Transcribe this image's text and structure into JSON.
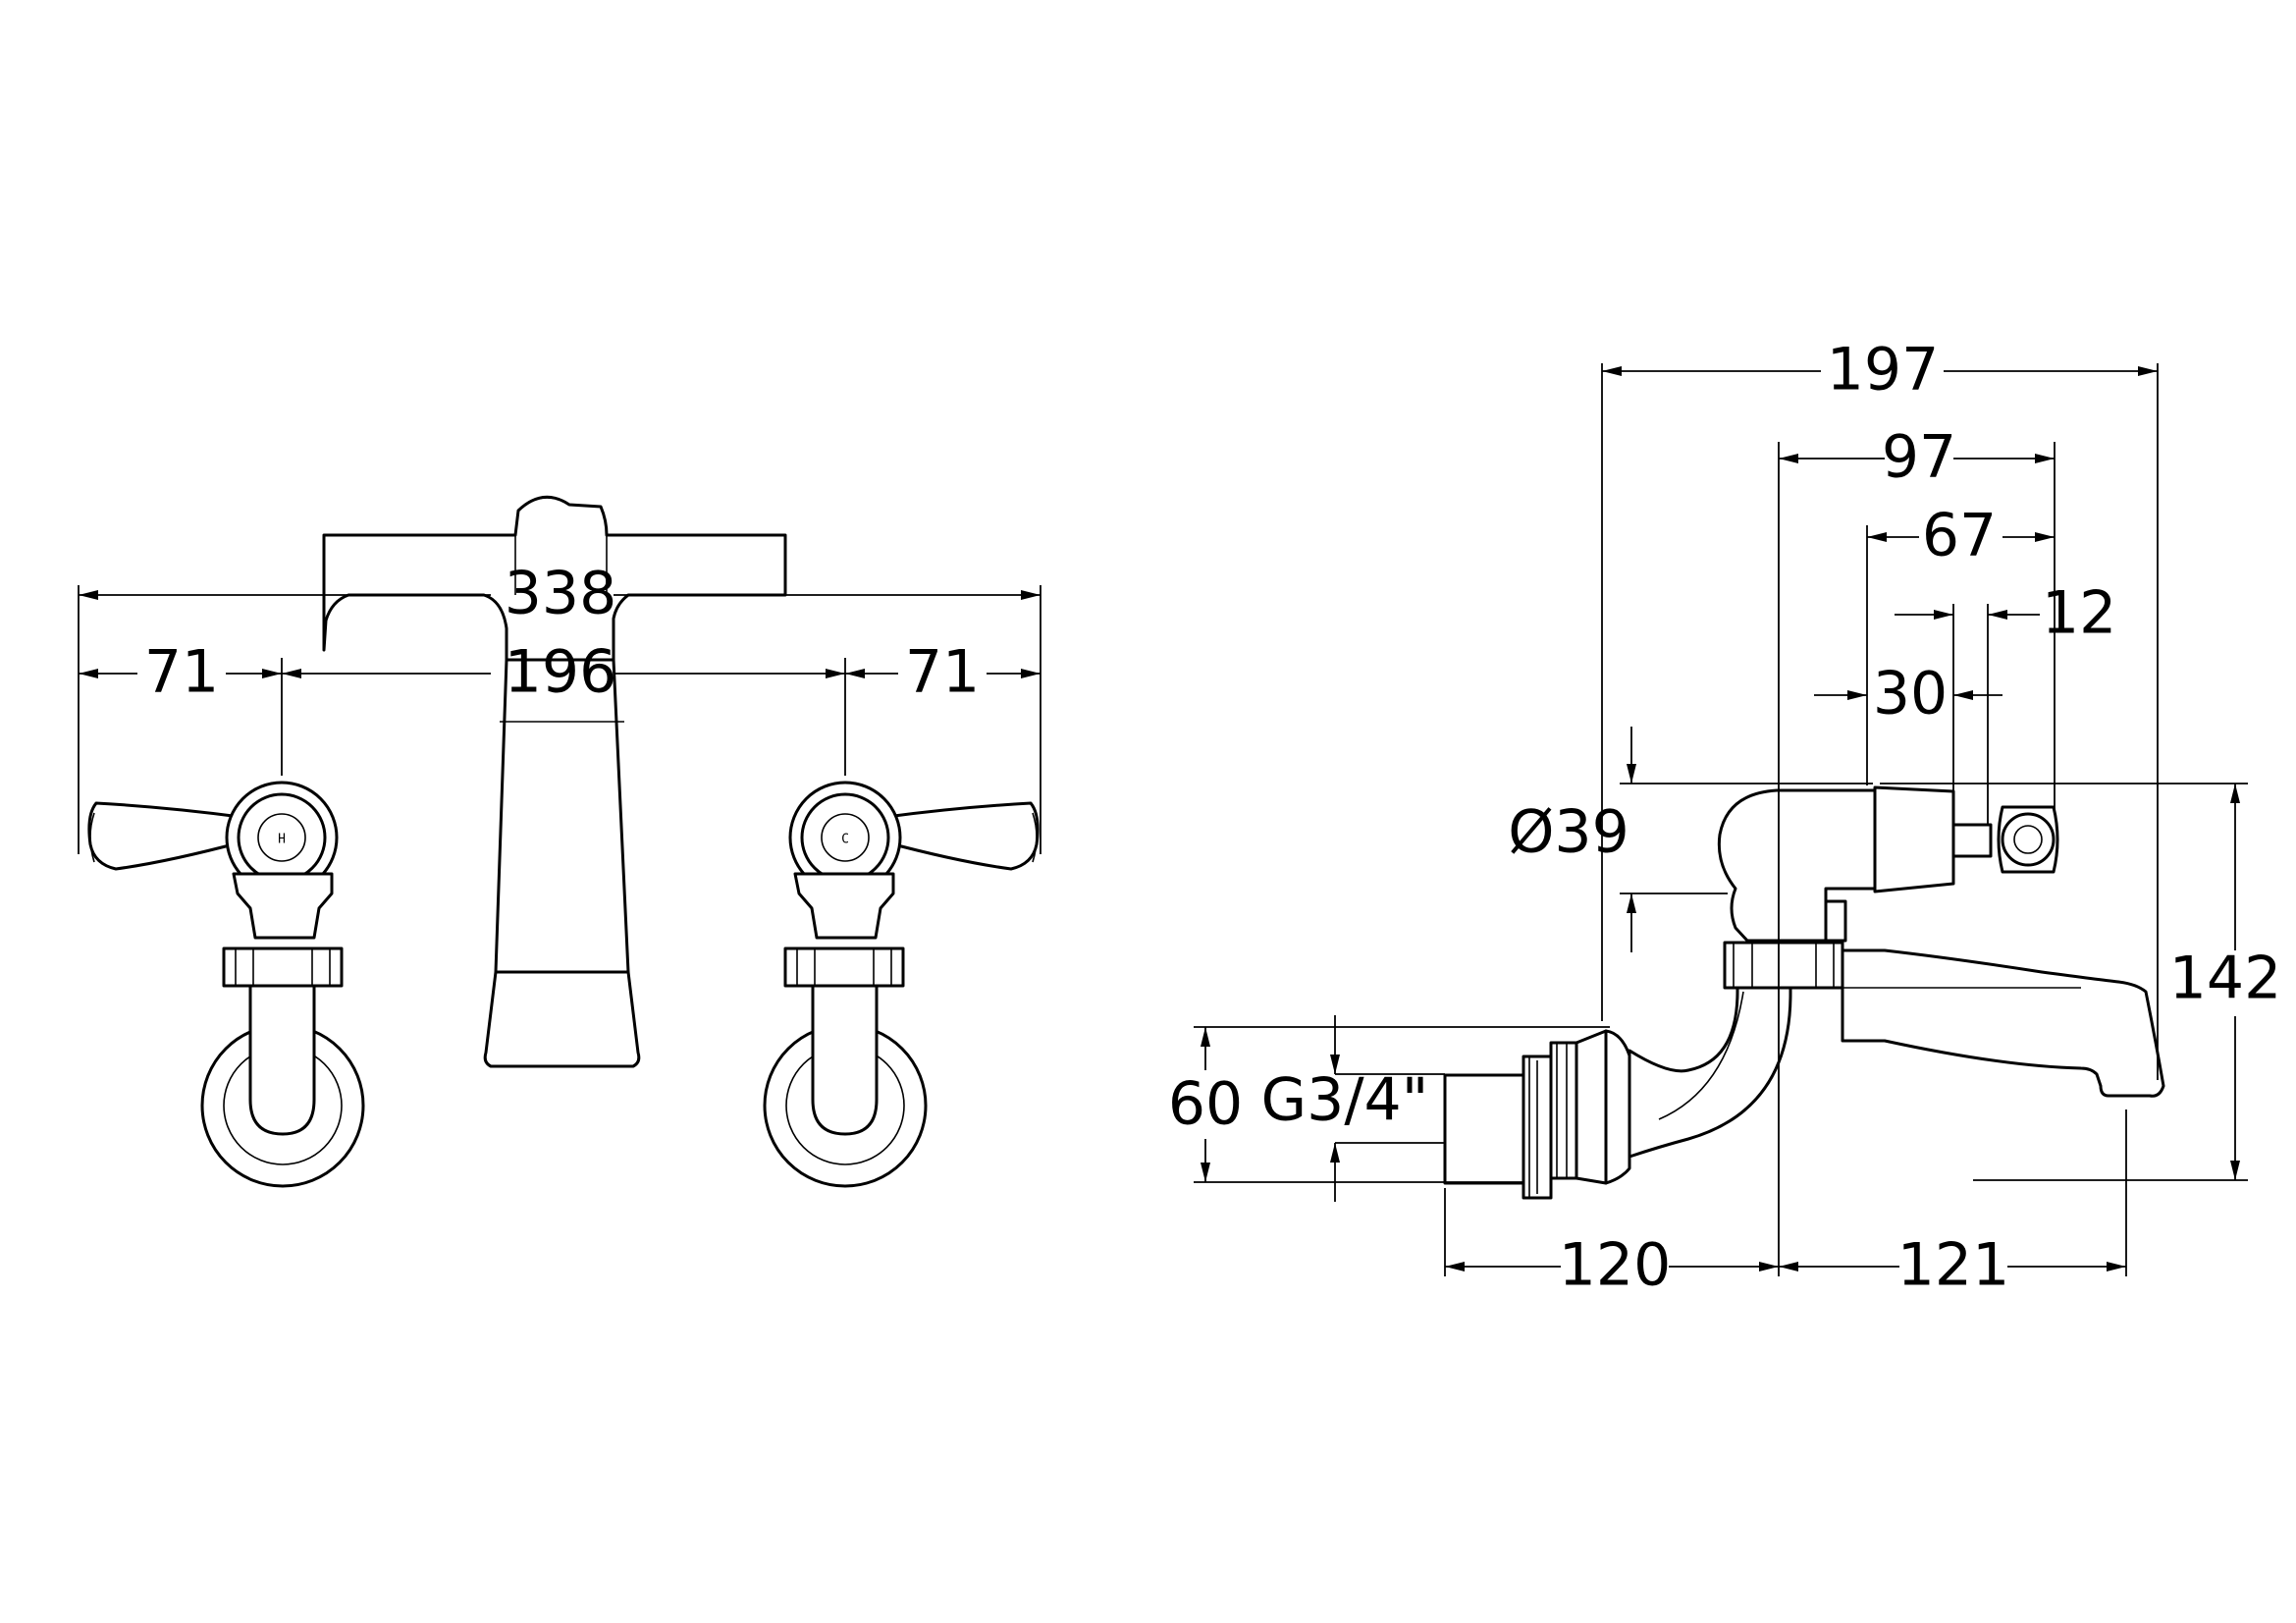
{
  "front_view": {
    "dimensions": {
      "overall_width": "338",
      "left_handle": "71",
      "centres": "196",
      "right_handle": "71"
    },
    "markings": {
      "hot": "H",
      "cold": "C"
    }
  },
  "side_view": {
    "dimensions": {
      "overall_projection": "197",
      "head_to_outlet": "97",
      "body_length": "67",
      "handle_hub": "12",
      "handle_offset": "30",
      "body_diameter": "Ø39",
      "overall_height": "142",
      "inlet_height": "60",
      "thread": "G3/4\"",
      "wall_to_centre": "120",
      "centre_to_spout": "121"
    }
  }
}
